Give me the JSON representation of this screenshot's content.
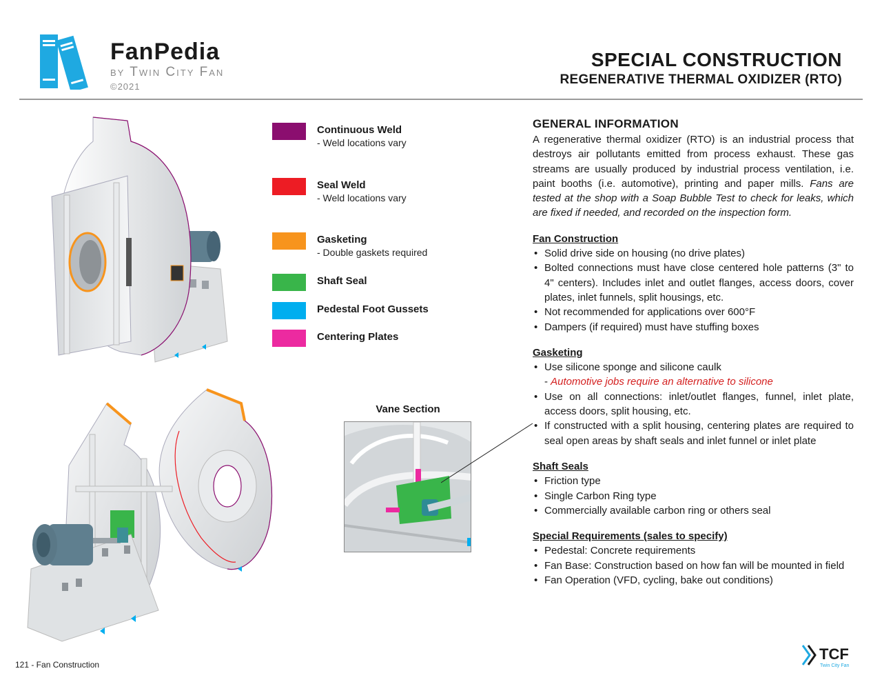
{
  "brand": {
    "name": "FanPedia",
    "by_line": "by Twin City Fan",
    "year": "©2021"
  },
  "title": {
    "main": "SPECIAL CONSTRUCTION",
    "sub": "REGENERATIVE THERMAL OXIDIZER (RTO)"
  },
  "legend": [
    {
      "label": "Continuous Weld",
      "note": "- Weld locations vary",
      "color": "#8b0e6f"
    },
    {
      "label": "Seal Weld",
      "note": "- Weld locations vary",
      "color": "#ed1c24"
    },
    {
      "label": "Gasketing",
      "note": "- Double gaskets required",
      "color": "#f7941d"
    },
    {
      "label": "Shaft Seal",
      "note": "",
      "color": "#39b54a"
    },
    {
      "label": "Pedestal Foot Gussets",
      "note": "",
      "color": "#00aeef"
    },
    {
      "label": "Centering Plates",
      "note": "",
      "color": "#ec2aa0"
    }
  ],
  "general": {
    "heading": "GENERAL INFORMATION",
    "body": "A regenerative thermal oxidizer (RTO) is an industrial process that destroys air pollutants emitted from process exhaust. These gas streams are usually produced by industrial process ventilation, i.e. paint booths (i.e. automotive), printing and paper mills.",
    "body_italic": "Fans are tested at the shop with a Soap Bubble Test to check for leaks, which are fixed if needed, and recorded on the inspection form."
  },
  "fan_construction": {
    "heading": "Fan Construction",
    "items": [
      "Solid drive side on housing (no drive plates)",
      "Bolted connections must have close centered hole patterns (3\" to 4\" centers). Includes inlet and outlet flanges, access doors, cover plates, inlet funnels, split housings, etc.",
      "Not recommended for applications over 600°F",
      "Dampers (if required) must have stuffing boxes"
    ]
  },
  "gasketing": {
    "heading": "Gasketing",
    "item1": "Use silicone sponge and silicone caulk",
    "item1_dash": "- ",
    "item1_note": "Automotive jobs require an alternative to silicone",
    "item2": "Use on all connections: inlet/outlet flanges, funnel, inlet plate, access doors, split housing, etc.",
    "item3": "If constructed with a split housing, centering plates are required to seal open areas by shaft seals and inlet funnel or inlet plate"
  },
  "shaft_seals": {
    "heading": "Shaft Seals",
    "items": [
      "Friction type",
      "Single Carbon Ring type",
      "Commercially available carbon ring or others seal"
    ]
  },
  "special_requirements": {
    "heading": "Special Requirements (sales to specify)",
    "items": [
      "Pedestal: Concrete requirements",
      "Fan Base: Construction based on how fan will be mounted in field",
      "Fan Operation (VFD, cycling, bake out conditions)"
    ]
  },
  "vane": {
    "title": "Vane Section"
  },
  "footer": {
    "page_label": "121 - Fan Construction",
    "tcf_name": "TCF",
    "tcf_sub": "Twin City Fan"
  }
}
